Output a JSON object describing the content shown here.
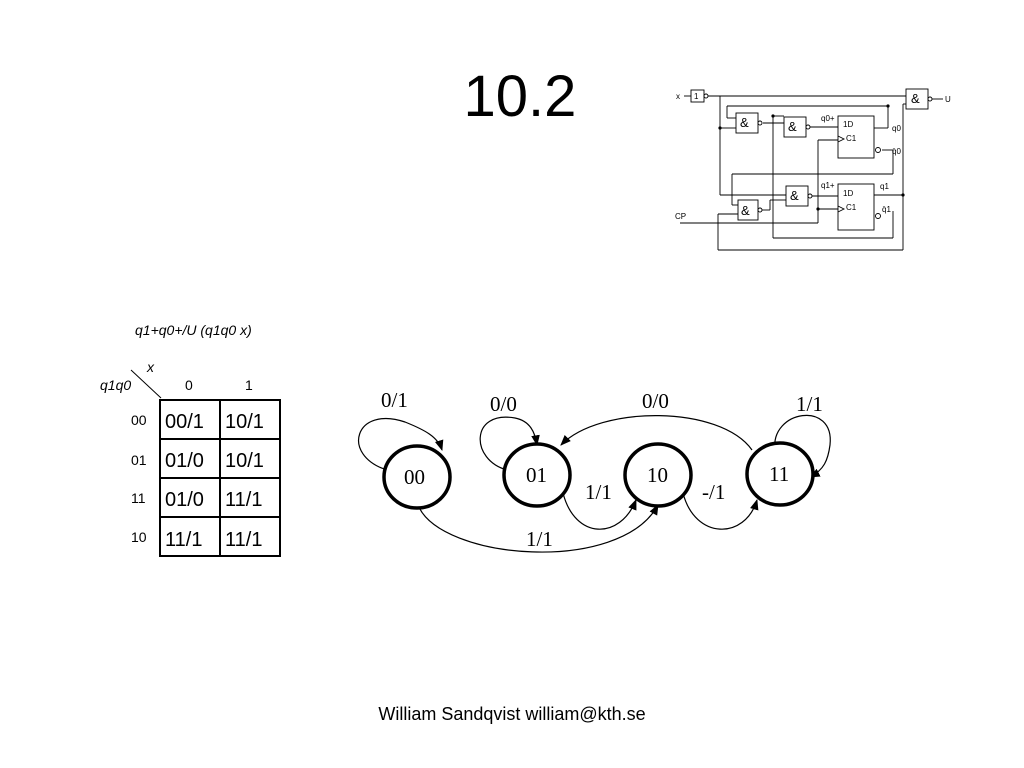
{
  "slide": {
    "title": "10.2",
    "footer": "William Sandqvist william@kth.se"
  },
  "circuit": {
    "input_x": "x",
    "not_gate": "1",
    "and_gate": "&",
    "output_u": "U",
    "ff_d": "1D",
    "ff_clk": "C1",
    "q0_plus": "q0+",
    "q1_plus": "q1+",
    "q0": "q0",
    "q0_bar": "q̄0",
    "q1": "q1",
    "q1_bar": "q̄1",
    "clock": "CP"
  },
  "kmap": {
    "title": "q1+q0+/U (q1q0 x)",
    "col_var": "x",
    "row_var": "q1q0",
    "columns": [
      "0",
      "1"
    ],
    "rows": [
      {
        "label": "00",
        "cells": [
          "00/1",
          "10/1"
        ]
      },
      {
        "label": "01",
        "cells": [
          "01/0",
          "10/1"
        ]
      },
      {
        "label": "11",
        "cells": [
          "01/0",
          "11/1"
        ]
      },
      {
        "label": "10",
        "cells": [
          "11/1",
          "11/1"
        ]
      }
    ]
  },
  "state_diagram": {
    "states": [
      "00",
      "01",
      "10",
      "11"
    ],
    "edges": [
      {
        "from": "00",
        "to": "00",
        "label": "0/1"
      },
      {
        "from": "01",
        "to": "01",
        "label": "0/0"
      },
      {
        "from": "11",
        "to": "01",
        "label": "0/0"
      },
      {
        "from": "11",
        "to": "11",
        "label": "1/1"
      },
      {
        "from": "01",
        "to": "10",
        "label": "1/1"
      },
      {
        "from": "10",
        "to": "11",
        "label": "-/1"
      },
      {
        "from": "00",
        "to": "10",
        "label": "1/1"
      }
    ]
  }
}
